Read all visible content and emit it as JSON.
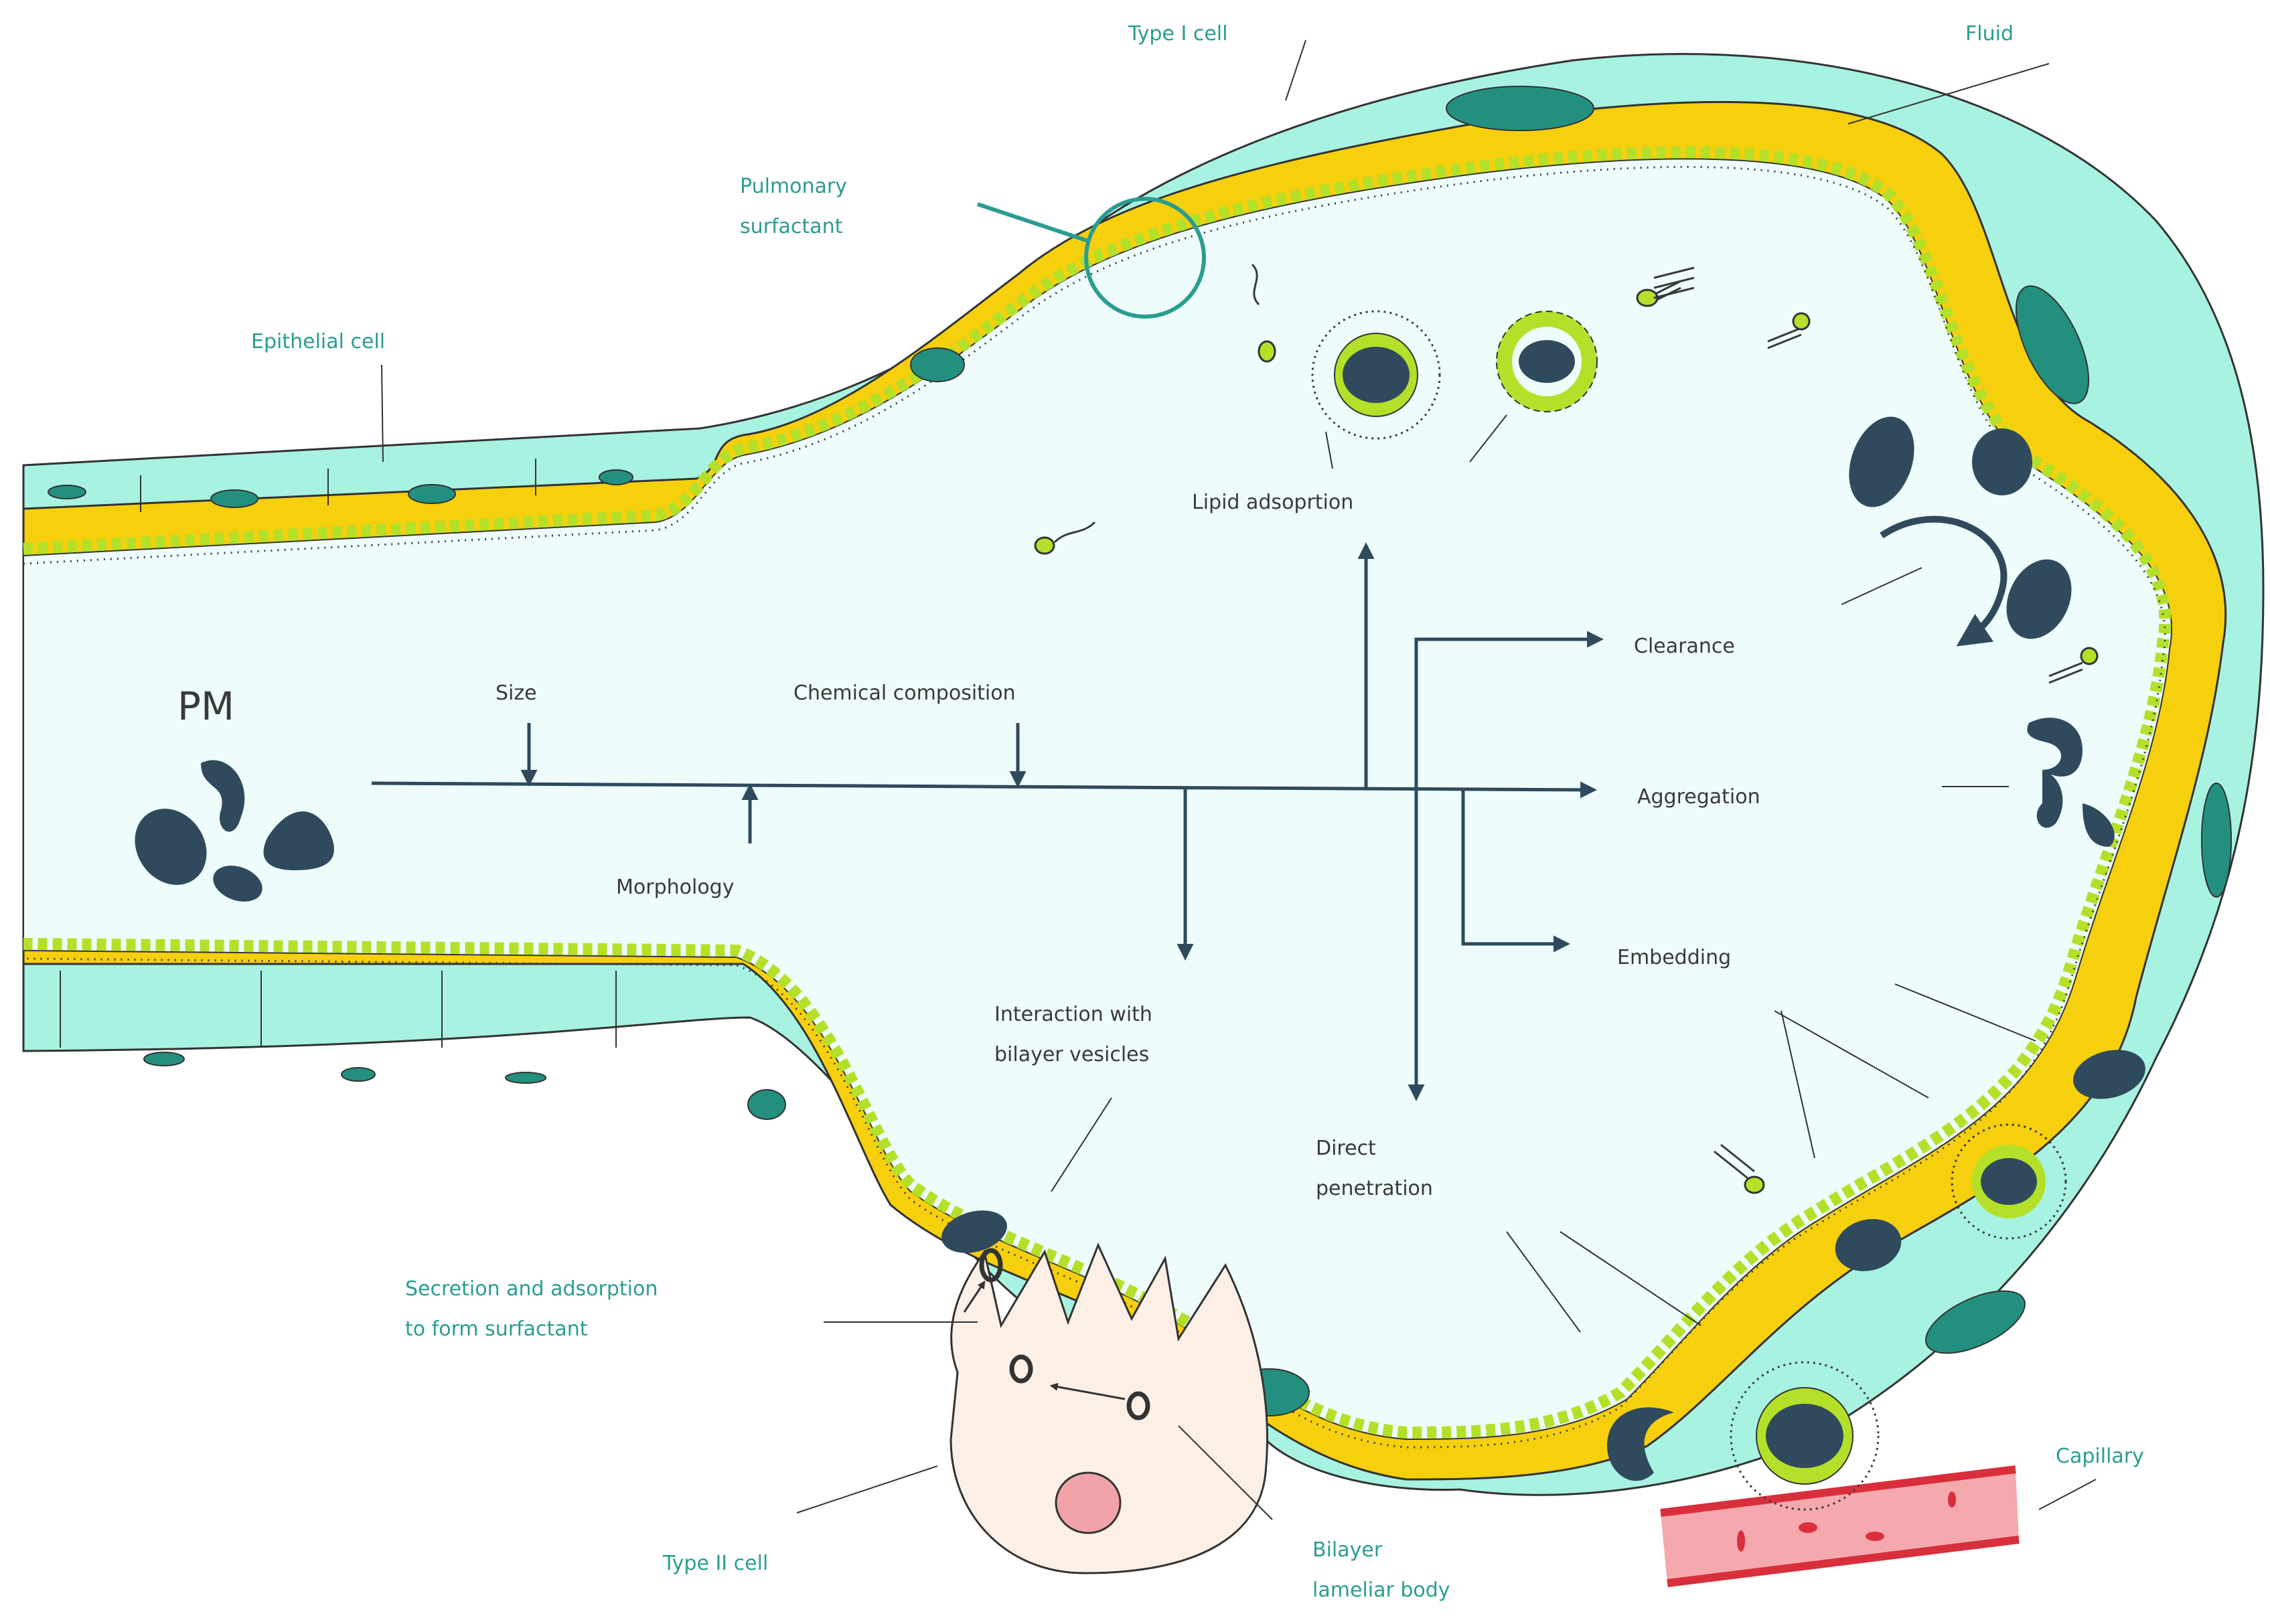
{
  "pm_label": "PM",
  "structure_labels": {
    "type_i_cell": "Type I cell",
    "fluid": "Fluid",
    "pulmonary_surfactant": [
      "Pulmonary",
      "surfactant"
    ],
    "epithelial_cell": "Epithelial cell",
    "secretion": [
      "Secretion and adsorption",
      "to form surfactant"
    ],
    "type_ii_cell": "Type II cell",
    "bilayer_lamellar_body": [
      "Bilayer",
      "lameliar body"
    ],
    "capillary": "Capillary"
  },
  "factors": {
    "size": "Size",
    "chemical_composition": "Chemical composition",
    "morphology": "Morphology"
  },
  "outcomes": {
    "lipid_adsorption": "Lipid adsoprtion",
    "clearance": "Clearance",
    "aggregation": "Aggregation",
    "embedding": "Embedding",
    "interaction": [
      "Interaction with",
      "bilayer vesicles"
    ],
    "direct_penetration": [
      "Direct",
      "penetration"
    ]
  },
  "colors": {
    "cell_teal": "#a8f2e1",
    "nucleus": "#23907f",
    "fluid_yellow": "#f6cf0d",
    "lipid_green": "#b4e02a",
    "lumen": "#eefcfb",
    "particle": "#2f4a5c",
    "label_teal": "#2a9d91",
    "label_dark": "#3a3a3a",
    "capillary": "#f5a9ae",
    "capillary_edge": "#d92f3d",
    "type_ii": "#fcefe6",
    "type_ii_nucleus": "#f2a3a9"
  }
}
